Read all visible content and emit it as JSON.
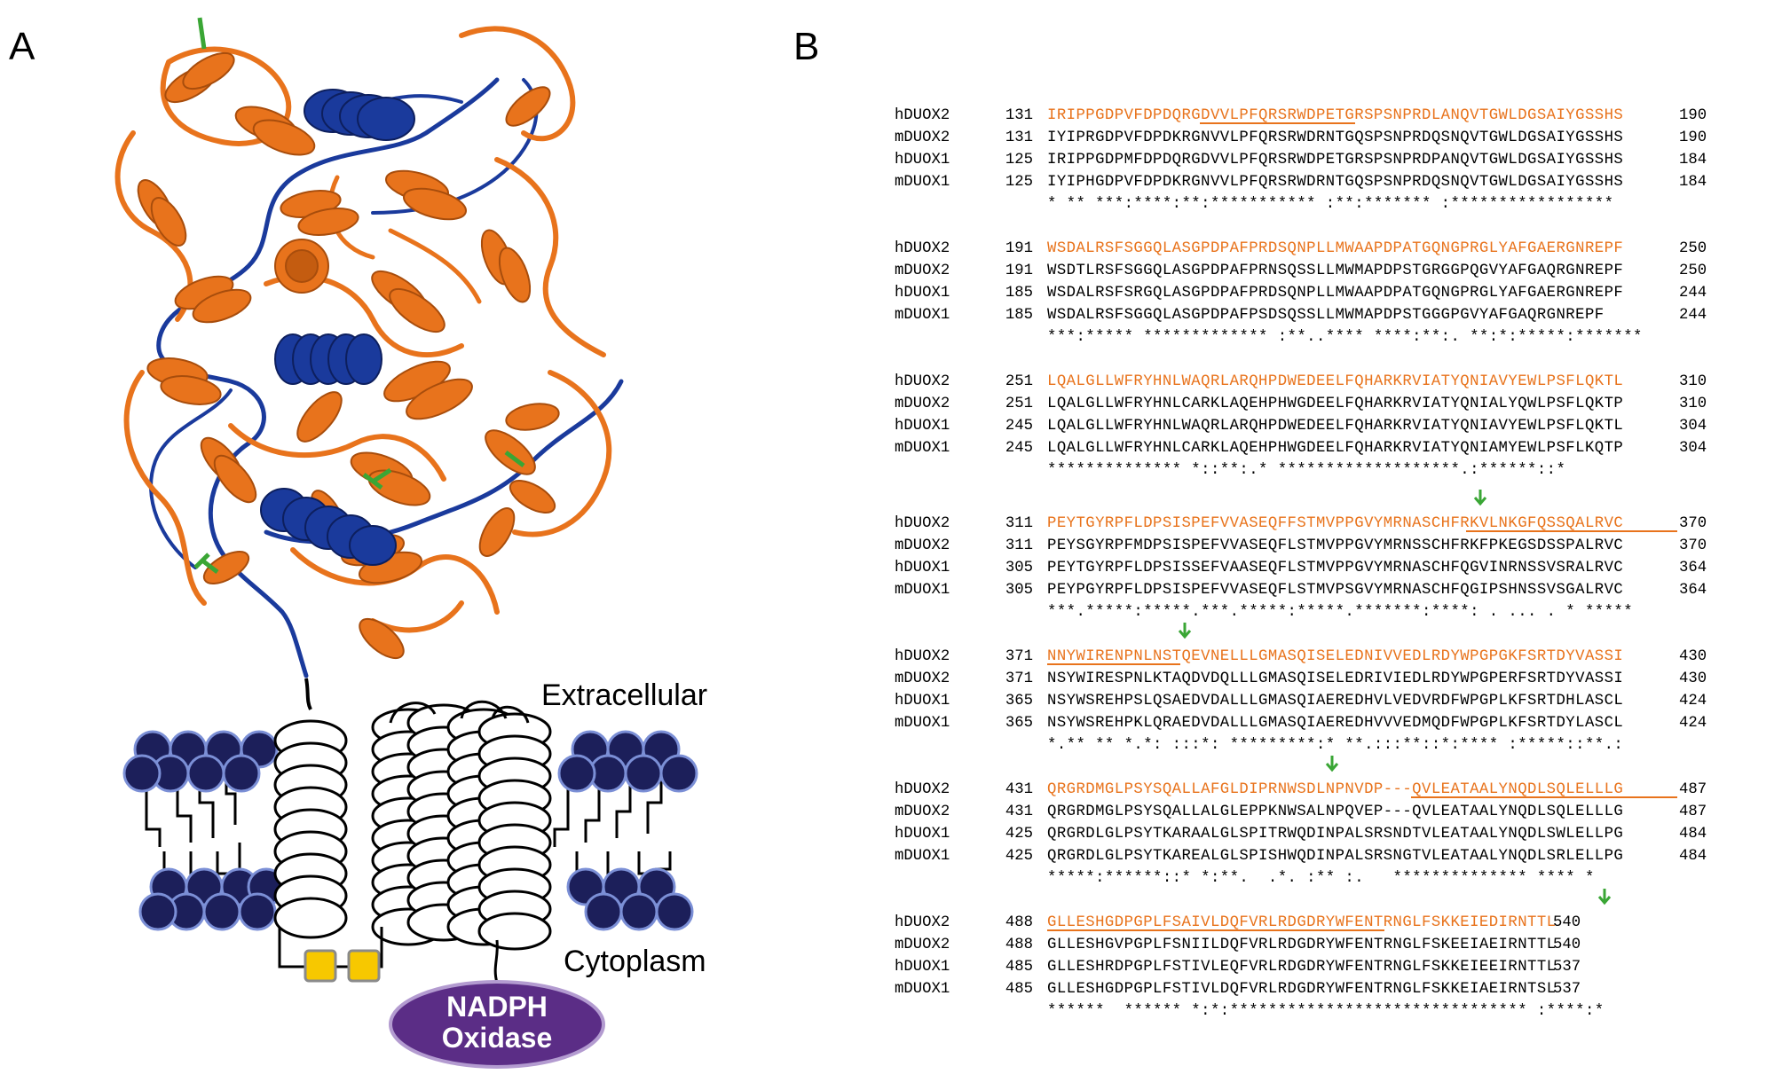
{
  "panelA": {
    "letter": "A",
    "extracellular_label": "Extracellular",
    "cytoplasm_label": "Cytoplasm",
    "nadph_line1": "NADPH",
    "nadph_line2": "Oxidase",
    "colors": {
      "helix_orange": "#e8731c",
      "helix_blue": "#1a3a9c",
      "lipid_head": "#1c1f5a",
      "lipid_rim": "#7b8fd6",
      "oxidase": "#5b2d86",
      "heme": "#f7c800",
      "glycan": "#3aa635"
    }
  },
  "panelB": {
    "letter": "B",
    "blocks": [
      {
        "rows": [
          {
            "name": "hDUOX2",
            "start": "131",
            "seq": "IRIPPGDPVFDPDQRGDVVLPFQRSRWDPETGRSPSNPRDLANQVTGWLDGSAIYGSSHS",
            "end": "190"
          },
          {
            "name": "mDUOX2",
            "start": "131",
            "seq": "IYIPRGDPVFDPDKRGNVVLPFQRSRWDRNTGQSPSNPRDQSNQVTGWLDGSAIYGSSHS",
            "end": "190"
          },
          {
            "name": "hDUOX1",
            "start": "125",
            "seq": "IRIPPGDPMFDPDQRGDVVLPFQRSRWDPETGRSPSNPRDPANQVTGWLDGSAIYGSSHS",
            "end": "184"
          },
          {
            "name": "mDUOX1",
            "start": "125",
            "seq": "IYIPHGDPVFDPDKRGNVVLPFQRSRWDRNTGQSPSNPRDQSNQVTGWLDGSAIYGSSHS",
            "end": "184"
          }
        ],
        "consensus": "* ** ***:****:**:*********** :**:******* :*****************"
      },
      {
        "rows": [
          {
            "name": "hDUOX2",
            "start": "191",
            "seq": "WSDALRSFSGGQLASGPDPAFPRDSQNPLLMWAAPDPATGQNGPRGLYAFGAERGNREPF",
            "end": "250"
          },
          {
            "name": "mDUOX2",
            "start": "191",
            "seq": "WSDTLRSFSGGQLASGPDPAFPRNSQSSLLMWMAPDPSTGRGGPQGVYAFGAQRGNREPF",
            "end": "250"
          },
          {
            "name": "hDUOX1",
            "start": "185",
            "seq": "WSDALRSFSRGQLASGPDPAFPRDSQNPLLMWAAPDPATGQNGPRGLYAFGAERGNREPF",
            "end": "244"
          },
          {
            "name": "mDUOX1",
            "start": "185",
            "seq": "WSDALRSFSGGQLASGPDPAFPSDSQSSLLMWMAPDPSTGGGPGVYAFGAQRGNREPF",
            "end": "244"
          }
        ],
        "consensus": "***:***** ************* :**..**** ****:**:. **:*:*****:*******"
      },
      {
        "rows": [
          {
            "name": "hDUOX2",
            "start": "251",
            "seq": "LQALGLLWFRYHNLWAQRLARQHPDWEDEELFQHARKRVIATYQNIAVYEWLPSFLQKTL",
            "end": "310"
          },
          {
            "name": "mDUOX2",
            "start": "251",
            "seq": "LQALGLLWFRYHNLCARKLAQEHPHWGDEELFQHARKRVIATYQNIALYQWLPSFLQKTP",
            "end": "310"
          },
          {
            "name": "hDUOX1",
            "start": "245",
            "seq": "LQALGLLWFRYHNLWAQRLARQHPDWEDEELFQHARKRVIATYQNIAVYEWLPSFLQKTL",
            "end": "304"
          },
          {
            "name": "mDUOX1",
            "start": "245",
            "seq": "LQALGLLWFRYHNLCARKLAQEHPHWGDEELFQHARKRVIATYQNIAMYEWLPSFLKQTP",
            "end": "304"
          }
        ],
        "consensus": "************** *::**:.* *******************.:******::*"
      },
      {
        "rows": [
          {
            "name": "hDUOX2",
            "start": "311",
            "seq": "PEYTGYRPFLDPSISPEFVVASEQFFSTMVPPGVYMRNASCHFRKVLNKGFQSSQALRVC",
            "end": "370"
          },
          {
            "name": "mDUOX2",
            "start": "311",
            "seq": "PEYSGYRPFMDPSISPEFVVASEQFLSTMVPPGVYMRNSSCHFRKFPKEGSDSSPALRVC",
            "end": "370"
          },
          {
            "name": "hDUOX1",
            "start": "305",
            "seq": "PEYTGYRPFLDPSISSEFVAASEQFLSTMVPPGVYMRNASCHFQGVINRNSSVSRALRVC",
            "end": "364"
          },
          {
            "name": "mDUOX1",
            "start": "305",
            "seq": "PEYPGYRPFLDPSISPEFVVASEQFLSTMVPSGVYMRNASCHFQGIPSHNSSVSGALRVC",
            "end": "364"
          }
        ],
        "consensus": "***.*****:*****.***.*****:*****.*******:****: . ... . * *****"
      },
      {
        "rows": [
          {
            "name": "hDUOX2",
            "start": "371",
            "seq": "NNYWIRENPNLNSTQEVNELLLGMASQISELEDNIVVEDLRDYWPGPGKFSRTDYVASSI",
            "end": "430"
          },
          {
            "name": "mDUOX2",
            "start": "371",
            "seq": "NSYWIRESPNLKTAQDVDQLLLGMASQISELEDRIVIEDLRDYWPGPERFSRTDYVASSI",
            "end": "430"
          },
          {
            "name": "hDUOX1",
            "start": "365",
            "seq": "NSYWSREHPSLQSAEDVDALLLGMASQIAEREDHVLVEDVRDFWPGPLKFSRTDHLASCL",
            "end": "424"
          },
          {
            "name": "mDUOX1",
            "start": "365",
            "seq": "NSYWSREHPKLQRAEDVDALLLGMASQIAEREDHVVVEDMQDFWPGPLKFSRTDYLASCL",
            "end": "424"
          }
        ],
        "consensus": "*.** ** *.*: :::*: *********:* **.:::**::*:**** :*****::**.:"
      },
      {
        "rows": [
          {
            "name": "hDUOX2",
            "start": "431",
            "seq": "QRGRDMGLPSYSQALLAFGLDIPRNWSDLNPNVDP---QVLEATAALYNQDLSQLELLLG",
            "end": "487"
          },
          {
            "name": "mDUOX2",
            "start": "431",
            "seq": "QRGRDMGLPSYSQALLALGLEPPKNWSALNPQVEP---QVLEATAALYNQDLSQLELLLG",
            "end": "487"
          },
          {
            "name": "hDUOX1",
            "start": "425",
            "seq": "QRGRDLGLPSYTKARAALGLSPITRWQDINPALSRSNDTVLEATAALYNQDLSWLELLPG",
            "end": "484"
          },
          {
            "name": "mDUOX1",
            "start": "425",
            "seq": "QRGRDLGLPSYTKAREALGLSPISHWQDINPALSRSNGTVLEATAALYNQDLSRLELLPG",
            "end": "484"
          }
        ],
        "consensus": "*****:******::* *:**.  .*. :** :.   ************** **** *"
      },
      {
        "rows": [
          {
            "name": "hDUOX2",
            "start": "488",
            "seq": "GLLESHGDPGPLFSAIVLDQFVRLRDGDRYWFENTRNGLFSKKEIEDIRNTTL",
            "end": "540"
          },
          {
            "name": "mDUOX2",
            "start": "488",
            "seq": "GLLESHGVPGPLFSNIILDQFVRLRDGDRYWFENTRNGLFSKEEIAEIRNTTL",
            "end": "540"
          },
          {
            "name": "hDUOX1",
            "start": "485",
            "seq": "GLLESHRDPGPLFSTIVLEQFVRLRDGDRYWFENTRNGLFSKKEIEEIRNTTL",
            "end": "537"
          },
          {
            "name": "mDUOX1",
            "start": "485",
            "seq": "GLLESHGDPGPLFSTIVLDQFVRLRDGDRYWFENTRNGLFSKKEIAEIRNTSL",
            "end": "537"
          }
        ],
        "consensus": "******  ****** *:*:******************************* :****:*"
      }
    ]
  }
}
